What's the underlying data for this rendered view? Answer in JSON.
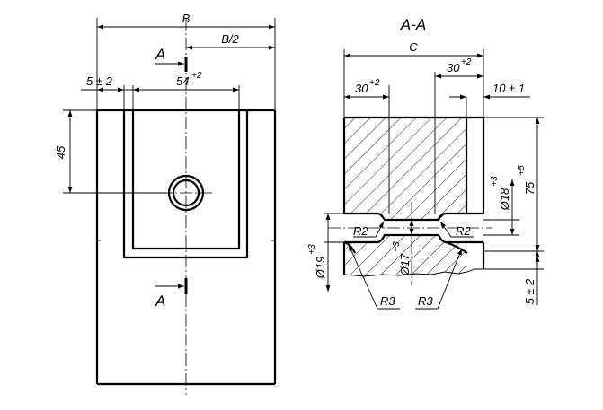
{
  "drawing": {
    "section_title": "A-A",
    "section_marker_top": "A",
    "section_marker_bottom": "A",
    "front_view": {
      "width_label": "B",
      "half_width_label": "B/2",
      "offset_label": "5 ± 2",
      "slot_width_label": "54",
      "slot_width_tol": "+2",
      "hole_height_label": "45"
    },
    "section_view": {
      "width_label": "C",
      "left_offset_label": "30",
      "left_offset_tol": "+2",
      "right_offset_label": "30",
      "right_offset_tol": "+2",
      "wall_label": "10 ± 1",
      "height_label": "75",
      "height_tol": "+5",
      "upper_diameter_label": "Ø18",
      "upper_diameter_tol": "+3",
      "left_diameter_label": "Ø19",
      "left_diameter_tol": "+3",
      "center_diameter_label": "Ø17",
      "center_diameter_tol": "+3",
      "bottom_offset_label": "5 ± 2",
      "radius_left_label": "R2",
      "radius_right_label": "R2",
      "radius_bottom_left_label": "R3",
      "radius_bottom_right_label": "R3"
    }
  }
}
